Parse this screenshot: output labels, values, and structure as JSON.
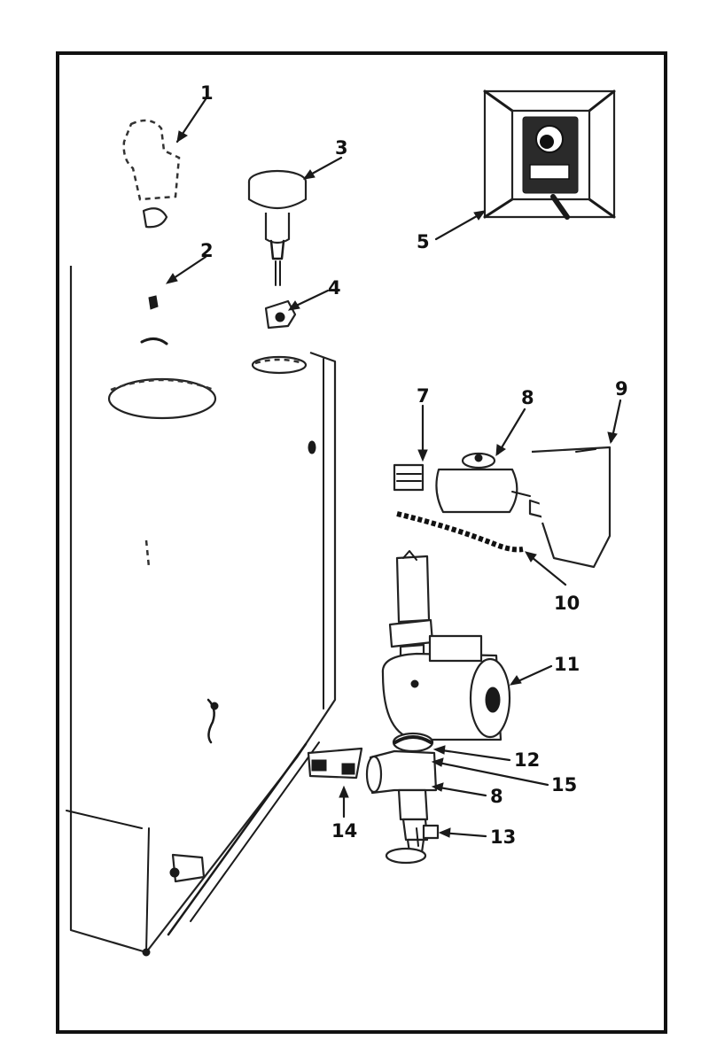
{
  "diagram": {
    "callouts": [
      {
        "id": "1",
        "text": "1"
      },
      {
        "id": "2",
        "text": "2"
      },
      {
        "id": "3",
        "text": "3"
      },
      {
        "id": "4",
        "text": "4"
      },
      {
        "id": "5",
        "text": "5"
      },
      {
        "id": "7",
        "text": "7"
      },
      {
        "id": "8a",
        "text": "8"
      },
      {
        "id": "9",
        "text": "9"
      },
      {
        "id": "10",
        "text": "10"
      },
      {
        "id": "11",
        "text": "11"
      },
      {
        "id": "12",
        "text": "12"
      },
      {
        "id": "15",
        "text": "15"
      },
      {
        "id": "8b",
        "text": "8"
      },
      {
        "id": "13",
        "text": "13"
      },
      {
        "id": "14",
        "text": "14"
      }
    ]
  }
}
